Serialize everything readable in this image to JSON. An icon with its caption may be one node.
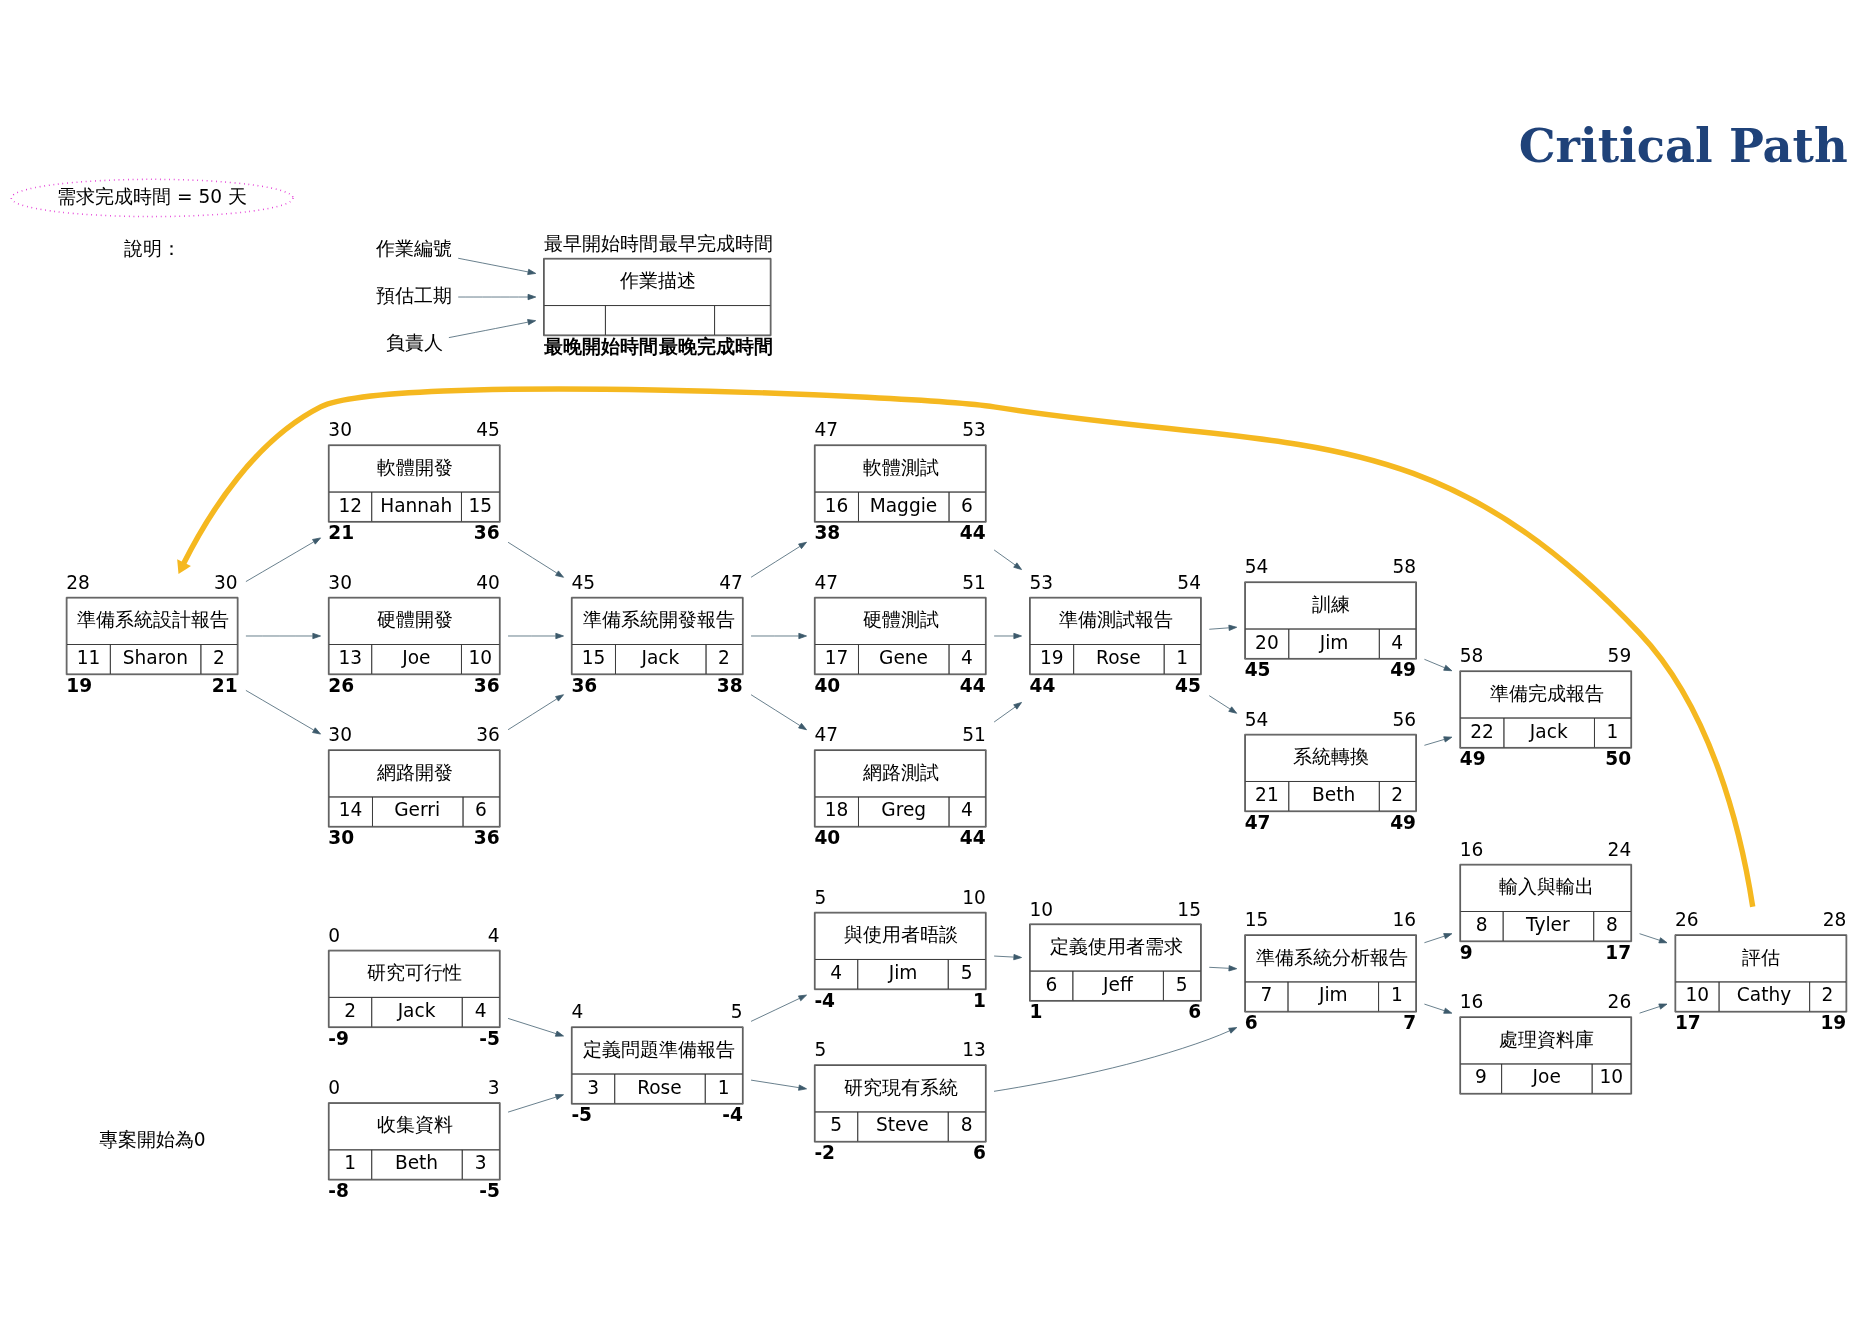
{
  "diagram": {
    "title": "Critical Path",
    "nodes": [
      {
        "text": [
          "收集資料",
          "1",
          "Beth",
          "3"
        ],
        "beside": [
          "0",
          "3",
          "-8",
          "-5"
        ]
      },
      {
        "text": [
          "研究可行性",
          "2",
          "Jack",
          "4"
        ],
        "beside": [
          "0",
          "4",
          "-9",
          "-5"
        ]
      },
      {
        "text": [
          "定義問題準備報告",
          "3",
          "Rose",
          "1"
        ],
        "beside": [
          "4",
          "5",
          "-5",
          "-4"
        ]
      },
      {
        "text": [
          "與使用者晤談",
          "4",
          "Jim",
          "5"
        ],
        "beside": [
          "5",
          "10",
          "-4",
          "1"
        ]
      },
      {
        "text": [
          "研究現有系統",
          "5",
          "Steve",
          "8"
        ],
        "beside": [
          "5",
          "13",
          "-2",
          "6"
        ]
      },
      {
        "text": [
          "定義使用者需求",
          "6",
          "Jeff",
          "5"
        ],
        "beside": [
          "10",
          "15",
          "1",
          "6"
        ]
      },
      {
        "text": [
          "準備系統分析報告",
          "7",
          "Jim",
          "1"
        ],
        "beside": [
          "15",
          "16",
          "6",
          "7"
        ]
      },
      {
        "text": [
          "輸入與輸出",
          "8",
          "Tyler",
          "8"
        ],
        "beside": [
          "16",
          "24",
          "9",
          "17"
        ]
      },
      {
        "text": [
          "處理資料庫",
          "9",
          "Joe",
          "10"
        ],
        "beside": [
          "16",
          "26"
        ]
      },
      {
        "text": [
          "評估",
          "10",
          "Cathy",
          "2"
        ],
        "beside": [
          "26",
          "28",
          "17",
          "19"
        ]
      },
      {
        "text": [
          "準備系統設計報告",
          "11",
          "Sharon",
          "2"
        ],
        "beside": [
          "28",
          "30",
          "19",
          "21"
        ]
      },
      {
        "text": [
          "軟體開發",
          "12",
          "Hannah",
          "15"
        ],
        "beside": [
          "30",
          "45",
          "21",
          "36"
        ]
      },
      {
        "text": [
          "硬體開發",
          "13",
          "Joe",
          "10"
        ],
        "beside": [
          "30",
          "40",
          "26",
          "36"
        ]
      },
      {
        "text": [
          "網路開發",
          "14",
          "Gerri",
          "6"
        ],
        "beside": [
          "30",
          "36",
          "30",
          "36"
        ]
      },
      {
        "text": [
          "準備系統開發報告",
          "15",
          "Jack",
          "2"
        ],
        "beside": [
          "45",
          "47",
          "36",
          "38"
        ]
      },
      {
        "text": [
          "軟體測試",
          "16",
          "Maggie",
          "6"
        ],
        "beside": [
          "47",
          "53",
          "38",
          "44"
        ]
      },
      {
        "text": [
          "硬體測試",
          "17",
          "Gene",
          "4"
        ],
        "beside": [
          "47",
          "51",
          "40",
          "44"
        ]
      },
      {
        "text": [
          "網路測試",
          "18",
          "Greg",
          "4"
        ],
        "beside": [
          "47",
          "51",
          "40",
          "44"
        ]
      },
      {
        "text": [
          "準備測試報告",
          "19",
          "Rose",
          "1"
        ],
        "beside": [
          "53",
          "54",
          "44",
          "45"
        ]
      },
      {
        "text": [
          "訓練",
          "20",
          "Jim",
          "4"
        ],
        "beside": [
          "54",
          "58",
          "45",
          "49"
        ]
      },
      {
        "text": [
          "系統轉換",
          "21",
          "Beth",
          "2"
        ],
        "beside": [
          "54",
          "56",
          "47",
          "49"
        ]
      },
      {
        "text": [
          "準備完成報告",
          "22",
          "Jack",
          "1"
        ],
        "beside": [
          "58",
          "59",
          "49",
          "50"
        ]
      },
      {
        "text": [
          "作業描述"
        ],
        "beside": [
          "最早開始時間",
          "最早完成時間",
          "最晚開始時間",
          "最晚完成時間"
        ]
      },
      {
        "text": [
          "作業編號"
        ]
      },
      {
        "text": [
          "預估工期"
        ]
      },
      {
        "text": [
          "負責人"
        ]
      },
      {
        "text": [
          "需求完成時間 = 50 天"
        ]
      }
    ],
    "edges": [
      {
        "from": 0,
        "to": 2,
        "arrow": "to"
      },
      {
        "from": 1,
        "to": 2,
        "arrow": "to"
      },
      {
        "from": 2,
        "to": 3,
        "arrow": "to"
      },
      {
        "from": 2,
        "to": 4,
        "arrow": "to"
      },
      {
        "from": 3,
        "to": 5,
        "arrow": "to"
      },
      {
        "from": 5,
        "to": 6,
        "arrow": "to"
      },
      {
        "from": 4,
        "to": 6,
        "arrow": "to"
      },
      {
        "from": 6,
        "to": 7,
        "arrow": "to"
      },
      {
        "from": 6,
        "to": 8,
        "arrow": "to"
      },
      {
        "from": 7,
        "to": 9,
        "arrow": "to"
      },
      {
        "from": 8,
        "to": 9,
        "arrow": "to"
      },
      {
        "from": 9,
        "to": 10,
        "arrow": "to",
        "style": "thick",
        "color": "#f5b820"
      },
      {
        "from": 10,
        "to": 11,
        "arrow": "to"
      },
      {
        "from": 10,
        "to": 12,
        "arrow": "to"
      },
      {
        "from": 10,
        "to": 13,
        "arrow": "to"
      },
      {
        "from": 11,
        "to": 14,
        "arrow": "to"
      },
      {
        "from": 12,
        "to": 14,
        "arrow": "to"
      },
      {
        "from": 13,
        "to": 14,
        "arrow": "to"
      },
      {
        "from": 14,
        "to": 15,
        "arrow": "to"
      },
      {
        "from": 14,
        "to": 16,
        "arrow": "to"
      },
      {
        "from": 14,
        "to": 17,
        "arrow": "to"
      },
      {
        "from": 15,
        "to": 18,
        "arrow": "to"
      },
      {
        "from": 16,
        "to": 18,
        "arrow": "to"
      },
      {
        "from": 17,
        "to": 18,
        "arrow": "to"
      },
      {
        "from": 18,
        "to": 19,
        "arrow": "to"
      },
      {
        "from": 18,
        "to": 20,
        "arrow": "to"
      },
      {
        "from": 19,
        "to": 21,
        "arrow": "to"
      },
      {
        "from": 20,
        "to": 21,
        "arrow": "to"
      },
      {
        "from": 23,
        "to": 22,
        "arrow": "to"
      },
      {
        "from": 24,
        "to": 22,
        "arrow": "to"
      },
      {
        "from": 25,
        "to": 22,
        "arrow": "to"
      }
    ],
    "labels": [
      "專案開始為0",
      "說明："
    ]
  }
}
